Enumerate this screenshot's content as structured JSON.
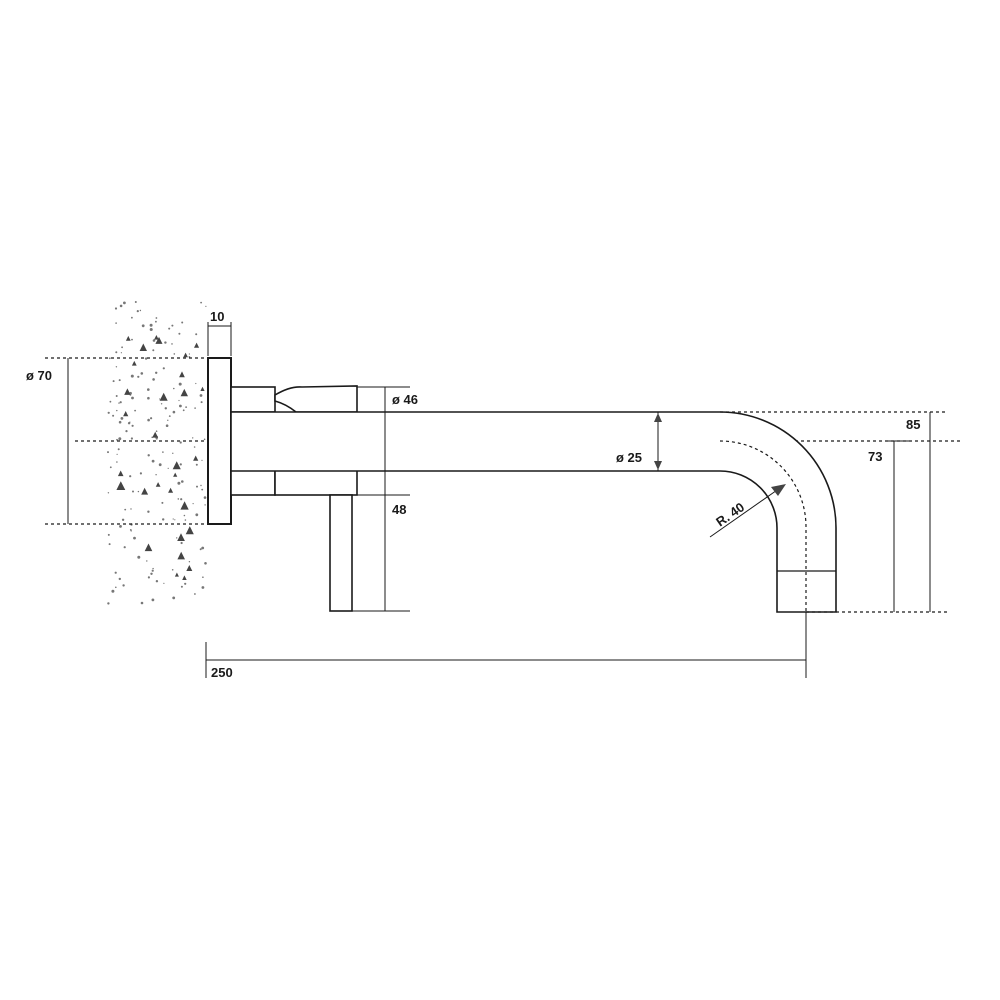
{
  "labels": {
    "flange_thickness": "10",
    "flange_diameter": "ø 70",
    "body_diameter": "ø 46",
    "spout_diameter": "ø 25",
    "lever_length": "48",
    "bend_radius": "R. 40",
    "overall_height": "85",
    "outlet_height": "73",
    "projection": "250"
  }
}
